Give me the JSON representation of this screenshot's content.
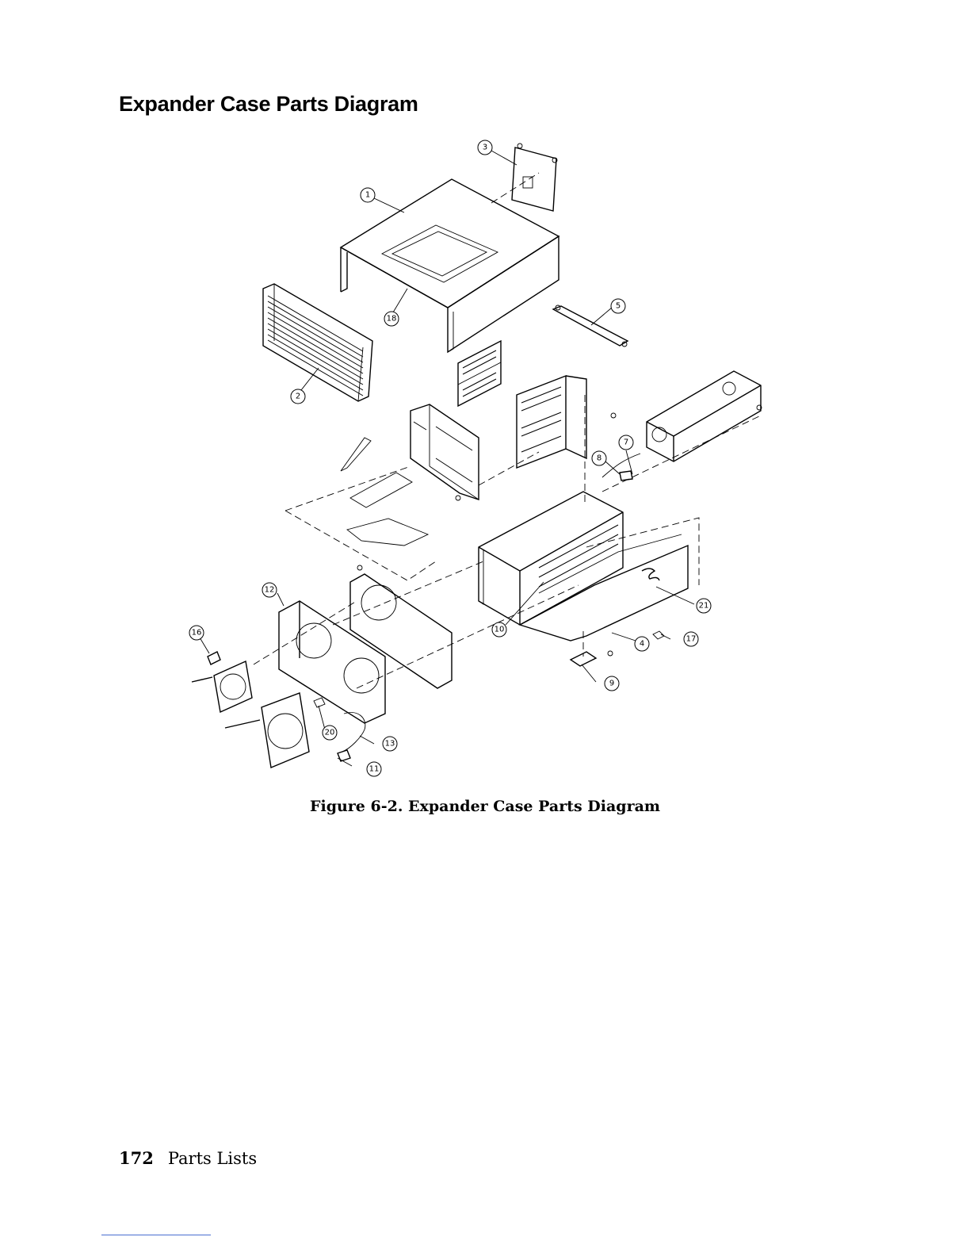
{
  "page": {
    "section_title": "Expander Case Parts Diagram",
    "figure_caption": "Figure 6-2. Expander Case Parts Diagram",
    "footer": {
      "page_number": "172",
      "chapter": "Parts Lists"
    }
  },
  "diagram": {
    "callouts": [
      "1",
      "2",
      "3",
      "4",
      "5",
      "7",
      "8",
      "9",
      "10",
      "11",
      "12",
      "13",
      "16",
      "17",
      "18",
      "20",
      "21"
    ]
  }
}
